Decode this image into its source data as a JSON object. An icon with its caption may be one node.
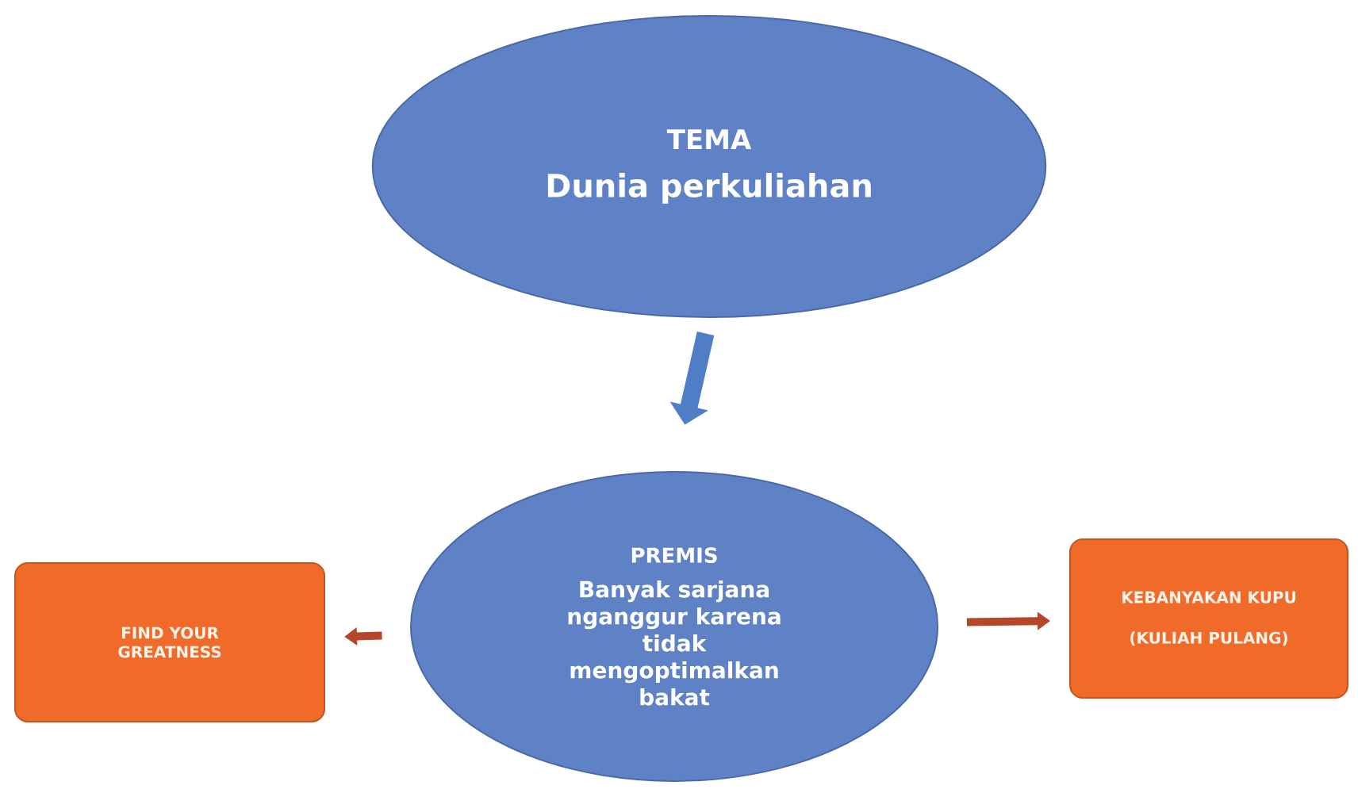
{
  "diagram": {
    "nodes": [
      {
        "text": [
          "TEMA",
          "Dunia perkuliahan"
        ]
      },
      {
        "text": [
          "PREMIS",
          "Banyak sarjana nganggur karena tidak mengoptimalkan bakat"
        ]
      },
      {
        "text": [
          "FIND YOUR GREATNESS"
        ]
      },
      {
        "text": [
          "KEBANYAKAN KUPU",
          "(KULIAH PULANG)"
        ]
      }
    ],
    "edges": [
      {
        "from": 0,
        "to": 1,
        "arrow": "to",
        "style": "thick",
        "color": "#4f7ec7"
      },
      {
        "from": 1,
        "to": 2,
        "arrow": "to"
      },
      {
        "from": 1,
        "to": 3,
        "arrow": "to"
      }
    ]
  }
}
